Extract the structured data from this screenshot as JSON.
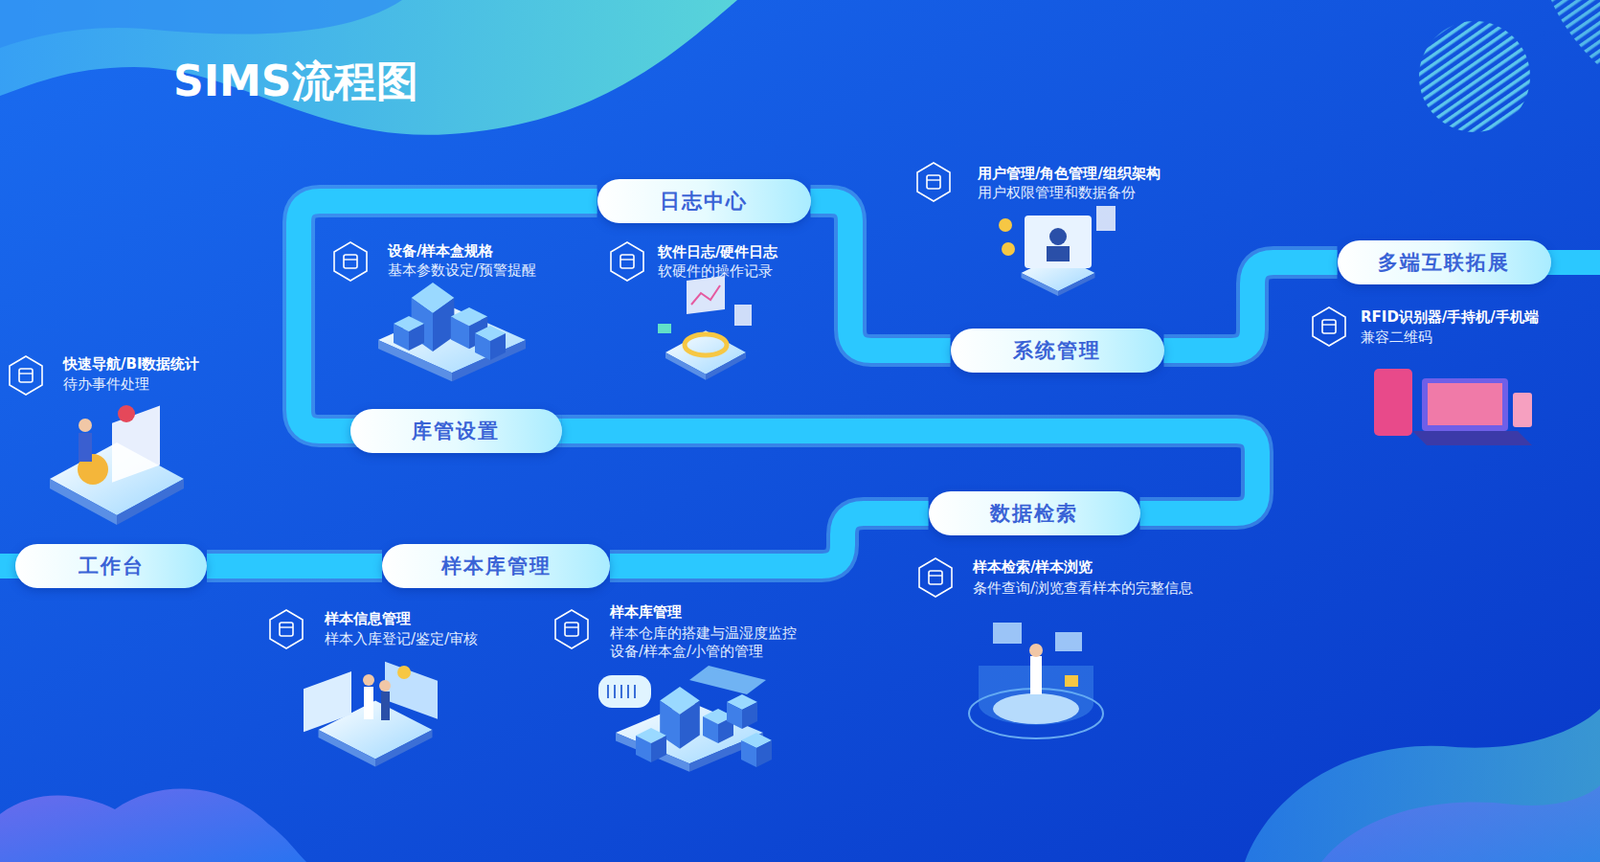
{
  "diagram": {
    "title": "SIMS流程图",
    "nodes": [
      {
        "text": [
          "工作台"
        ]
      },
      {
        "text": [
          "样本库管理"
        ]
      },
      {
        "text": [
          "数据检索"
        ]
      },
      {
        "text": [
          "库管设置"
        ]
      },
      {
        "text": [
          "日志中心"
        ]
      },
      {
        "text": [
          "系统管理"
        ]
      },
      {
        "text": [
          "多端互联拓展"
        ]
      }
    ],
    "edges": [
      {
        "from": 0,
        "to": 1,
        "arrow": "none"
      },
      {
        "from": 1,
        "to": 2,
        "arrow": "none"
      },
      {
        "from": 2,
        "to": 3,
        "arrow": "none"
      },
      {
        "from": 3,
        "to": 4,
        "arrow": "none"
      },
      {
        "from": 4,
        "to": 5,
        "arrow": "none"
      },
      {
        "from": 5,
        "to": 6,
        "arrow": "none"
      }
    ],
    "labels": [
      "快速导航/BI数据统计",
      "待办事件处理",
      "设备/样本盒规格",
      "基本参数设定/预警提醒",
      "软件日志/硬件日志",
      "软硬件的操作记录",
      "用户管理/角色管理/组织架构",
      "用户权限管理和数据备份",
      "RFID识别器/手持机/手机端",
      "兼容二维码",
      "样本检索/样本浏览",
      "条件查询/浏览查看样本的完整信息",
      "样本信息管理",
      "样本入库登记/鉴定/审核",
      "样本库管理",
      "样本仓库的搭建与温湿度监控",
      "设备/样本盒/小管的管理"
    ]
  }
}
